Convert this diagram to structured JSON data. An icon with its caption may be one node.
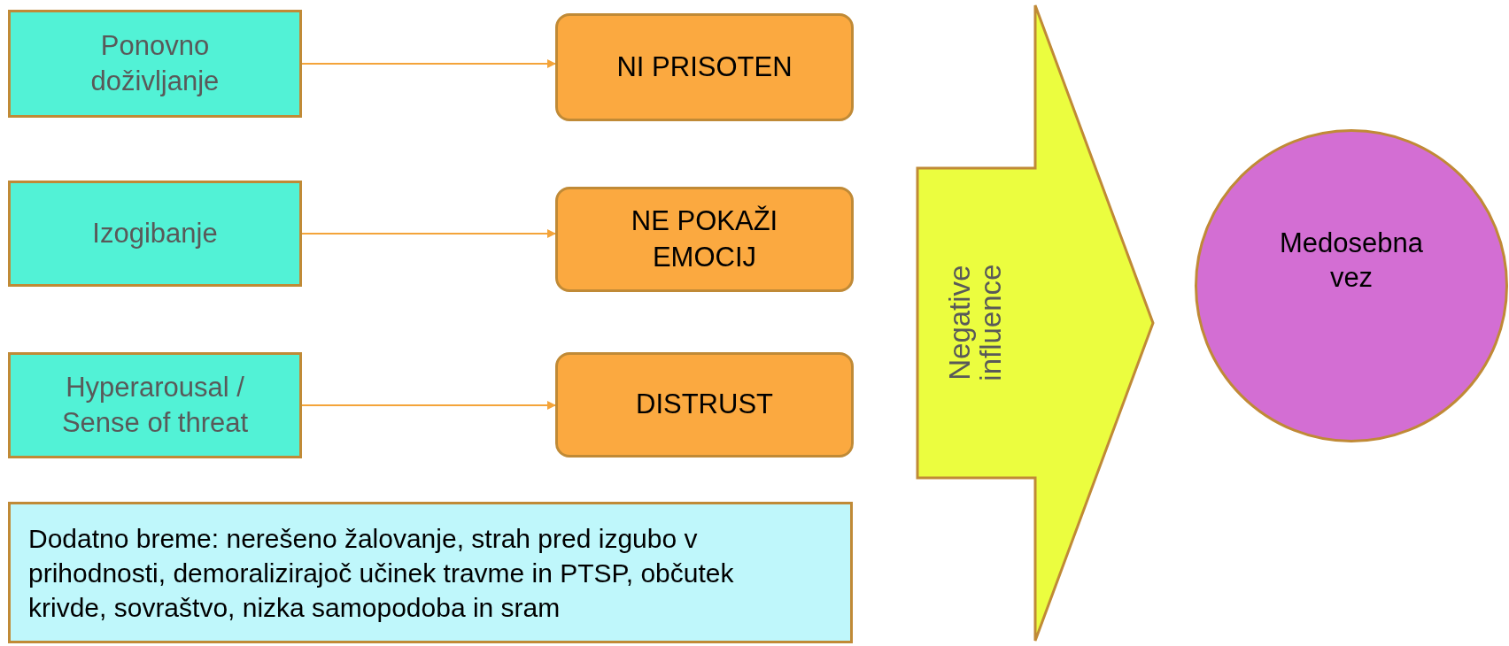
{
  "diagram": {
    "nodes": [
      {
        "text": [
          "Ponovno doživljanje"
        ]
      },
      {
        "text": [
          "NI PRISOTEN"
        ]
      },
      {
        "text": [
          "Izogibanje"
        ]
      },
      {
        "text": [
          "NE POKAŽI EMOCIJ"
        ]
      },
      {
        "text": [
          "Hyperarousal / Sense of threat"
        ]
      },
      {
        "text": [
          "DISTRUST"
        ]
      },
      {
        "text": [
          "Dodatno breme: nerešeno žalovanje, strah pred izgubo v prihodnosti, demoralizirajoč učinek travme in PTSP, občutek krivde, sovraštvo, nizka samopodoba in sram"
        ]
      },
      {
        "text": [
          "Negative influence"
        ]
      },
      {
        "text": [
          "Medosebna vez"
        ]
      }
    ],
    "edges": [
      {
        "from": 0,
        "to": 1,
        "arrow": "to"
      },
      {
        "from": 2,
        "to": 3,
        "arrow": "to"
      },
      {
        "from": 4,
        "to": 5,
        "arrow": "to"
      }
    ]
  }
}
